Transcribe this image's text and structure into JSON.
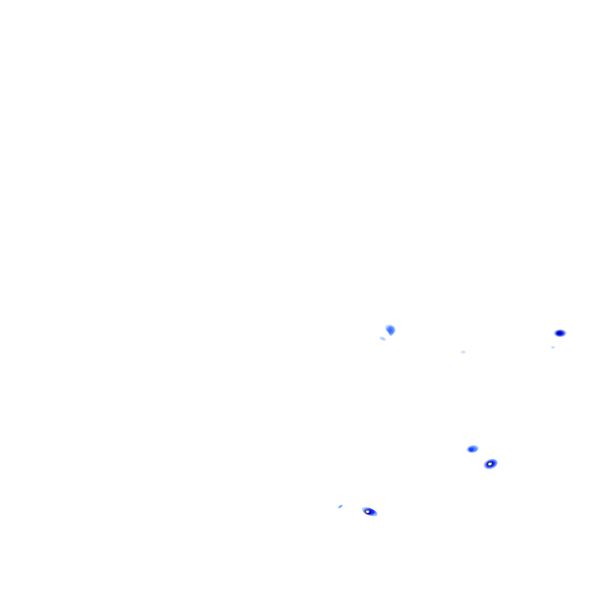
{
  "map": {
    "type": "radar-precipitation-overlay",
    "background": "#ffffff",
    "palette": {
      "light": "#9ecbff",
      "medium": "#4f86ff",
      "strong": "#1b3cff",
      "heavy": "#0a00c8",
      "core_yellow": "#ffe14a",
      "core_white": "#ffffff"
    },
    "cells": [
      {
        "name": "echo-cell-north-center",
        "intensity": "medium"
      },
      {
        "name": "echo-cell-north-center-trail",
        "intensity": "light"
      },
      {
        "name": "echo-speck-center",
        "intensity": "light"
      },
      {
        "name": "echo-cell-east",
        "intensity": "heavy"
      },
      {
        "name": "echo-speck-east",
        "intensity": "light"
      },
      {
        "name": "echo-cell-southeast-upper",
        "intensity": "strong"
      },
      {
        "name": "echo-cell-southeast-core",
        "intensity": "heavy-core"
      },
      {
        "name": "echo-speck-south-west",
        "intensity": "light"
      },
      {
        "name": "echo-cell-south-core",
        "intensity": "heavy-core"
      }
    ]
  }
}
